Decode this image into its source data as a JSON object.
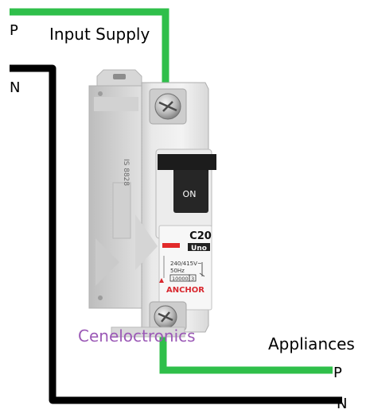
{
  "labels": {
    "top_phase": "P",
    "top_neutral": "N",
    "input_supply": "Input Supply",
    "appliances": "Appliances",
    "bottom_phase": "P",
    "bottom_neutral": "N",
    "watermark": "Ceneloctronics"
  },
  "breaker": {
    "toggle_text": "ON",
    "rating": "C20",
    "series": "Uno",
    "brand": "ANCHOR",
    "voltage": "240/415V~",
    "frequency": "50Hz",
    "breaking_capacity": "10000",
    "class_mark": "3",
    "side_code": "IS 8828"
  },
  "colors": {
    "phase_wire": "#2fbf4a",
    "neutral_wire": "#000000",
    "watermark": "#9b59b6",
    "brand": "#d8282f"
  }
}
